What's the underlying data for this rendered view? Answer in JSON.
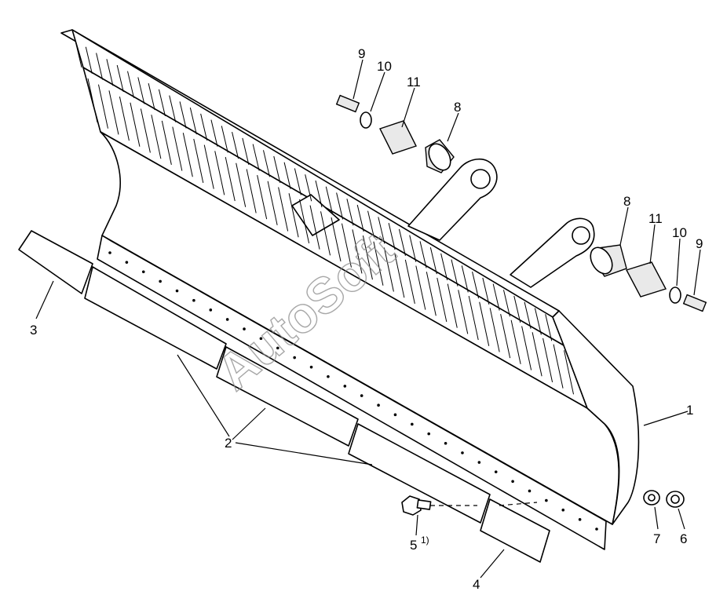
{
  "labels": {
    "p1": "1",
    "p2": "2",
    "p3": "3",
    "p4": "4",
    "p5": "5",
    "p5_note": "1)",
    "p6": "6",
    "p7": "7",
    "p8a": "8",
    "p8b": "8",
    "p9a": "9",
    "p9b": "9",
    "p10a": "10",
    "p10b": "10",
    "p11a": "11",
    "p11b": "11"
  },
  "watermark": "AutoSoft"
}
